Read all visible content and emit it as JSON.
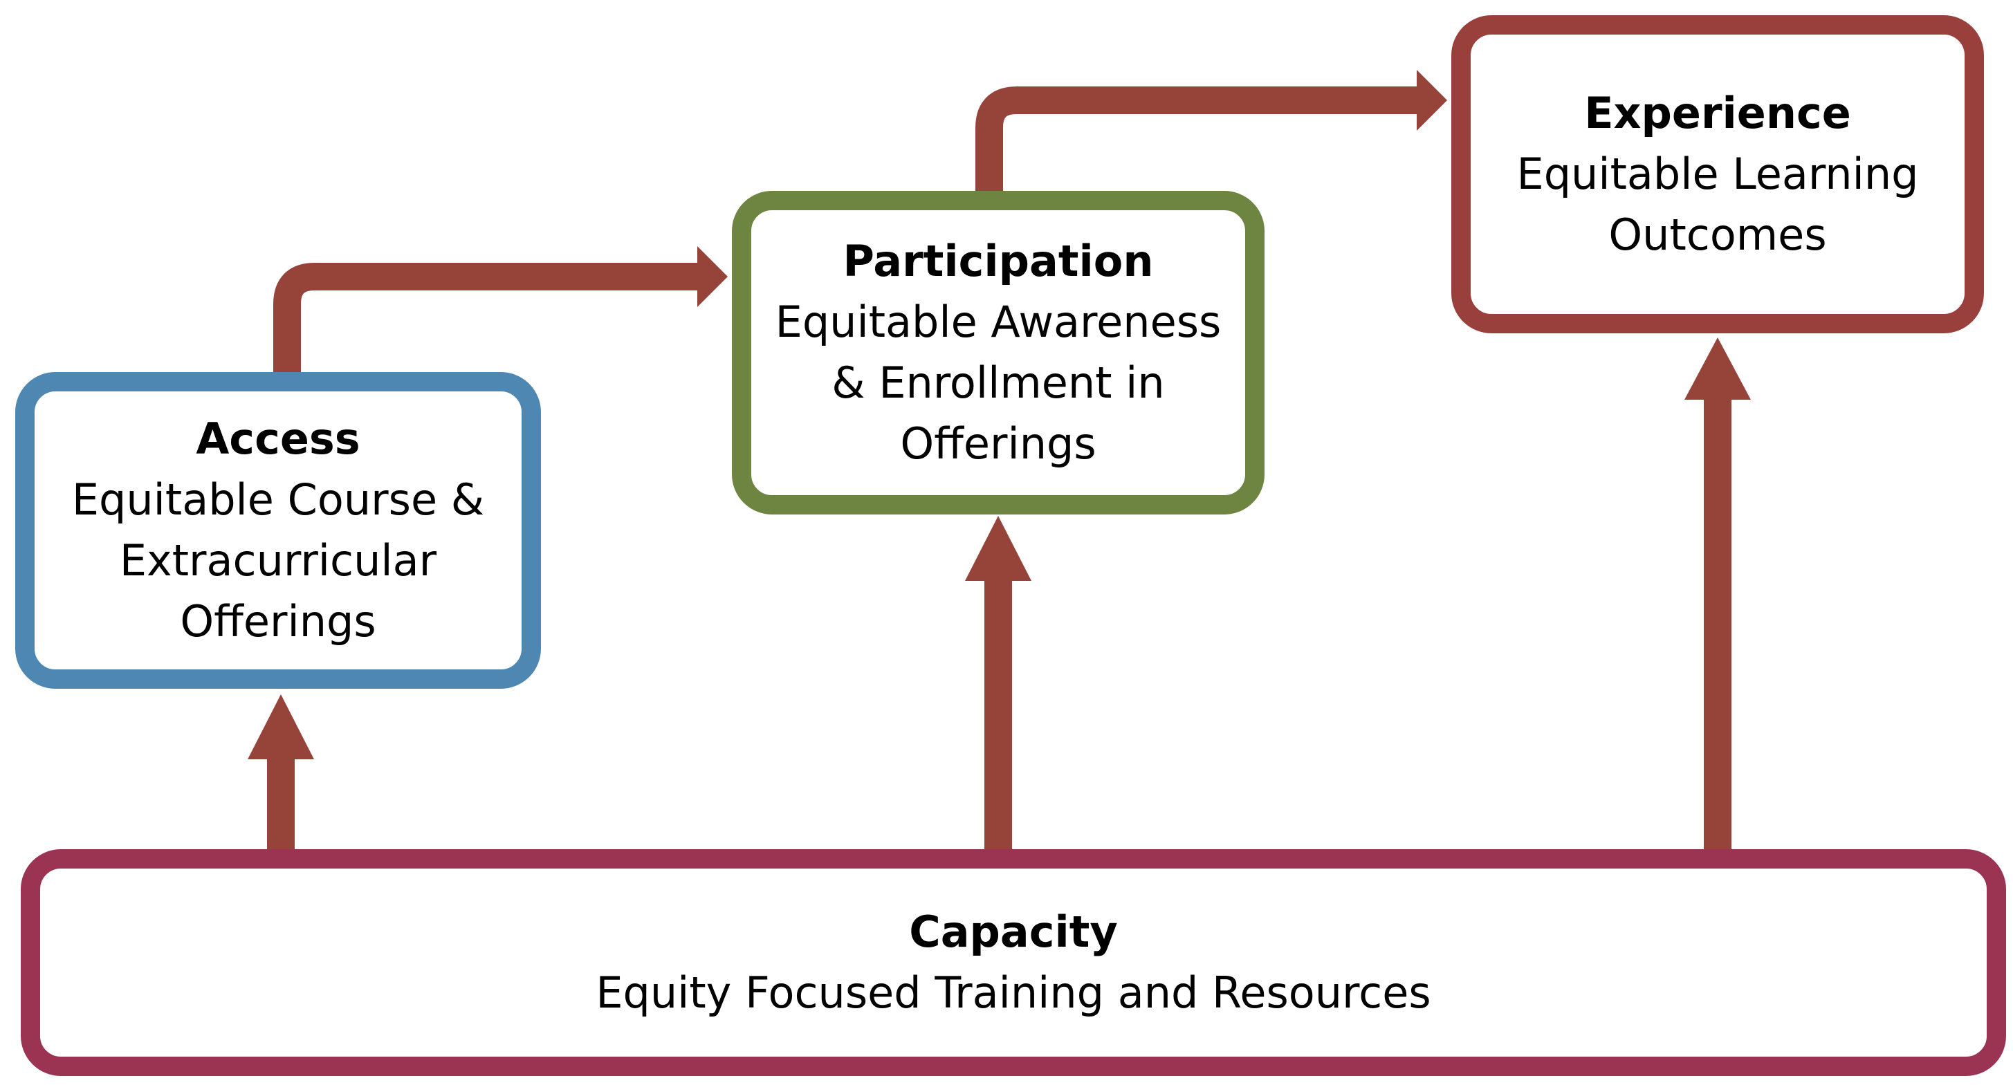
{
  "colors": {
    "arrow": "#96433a",
    "access_border": "#4f87b3",
    "participation_border": "#6e8542",
    "experience_border": "#9a403c",
    "capacity_border": "#9b3453"
  },
  "access": {
    "title": "Access",
    "line1": "Equitable Course &",
    "line2": "Extracurricular",
    "line3": "Offerings"
  },
  "participation": {
    "title": "Participation",
    "line1": "Equitable Awareness",
    "line2": "& Enrollment in",
    "line3": "Offerings"
  },
  "experience": {
    "title": "Experience",
    "line1": "Equitable Learning",
    "line2": "Outcomes"
  },
  "capacity": {
    "title": "Capacity",
    "line1": "Equity Focused Training and Resources"
  }
}
